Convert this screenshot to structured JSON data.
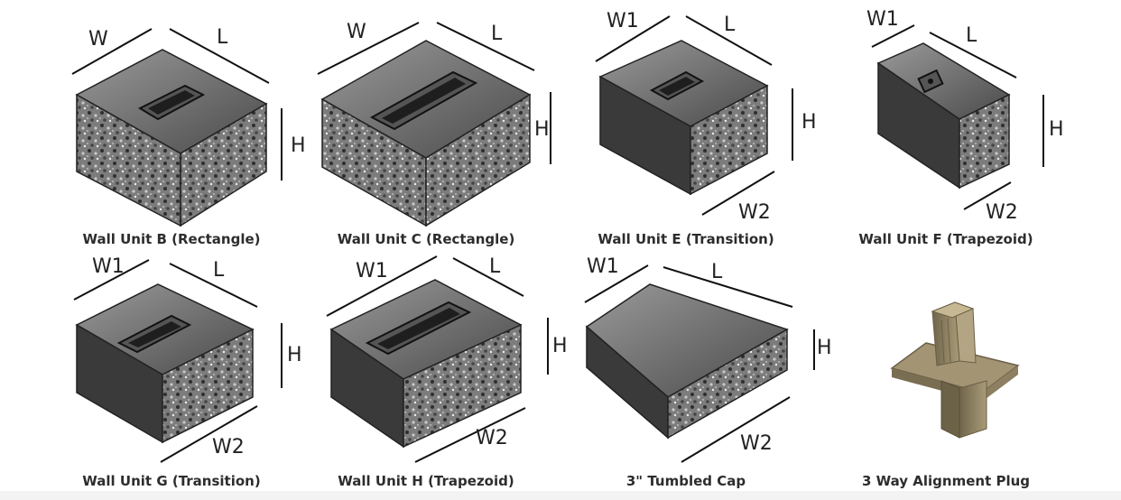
{
  "units": [
    {
      "label": "Wall Unit B (Rectangle)",
      "dims": [
        "W",
        "L",
        "H"
      ]
    },
    {
      "label": "Wall Unit C (Rectangle)",
      "dims": [
        "W",
        "L",
        "H"
      ]
    },
    {
      "label": "Wall Unit E (Transition)",
      "dims": [
        "W1",
        "L",
        "H",
        "W2"
      ]
    },
    {
      "label": "Wall Unit F (Trapezoid)",
      "dims": [
        "W1",
        "L",
        "H",
        "W2"
      ]
    },
    {
      "label": "Wall Unit G (Transition)",
      "dims": [
        "W1",
        "L",
        "H",
        "W2"
      ]
    },
    {
      "label": "Wall Unit H (Trapezoid)",
      "dims": [
        "W1",
        "L",
        "H",
        "W2"
      ]
    },
    {
      "label": "3\" Tumbled Cap",
      "dims": [
        "W1",
        "L",
        "H",
        "W2"
      ]
    },
    {
      "label": "3 Way Alignment Plug",
      "dims": []
    }
  ],
  "colors": {
    "top_face": "#6b6b6b",
    "side_dark": "#3a3a3a",
    "granite": "#8a8a8a",
    "plug": "#8f8366"
  }
}
